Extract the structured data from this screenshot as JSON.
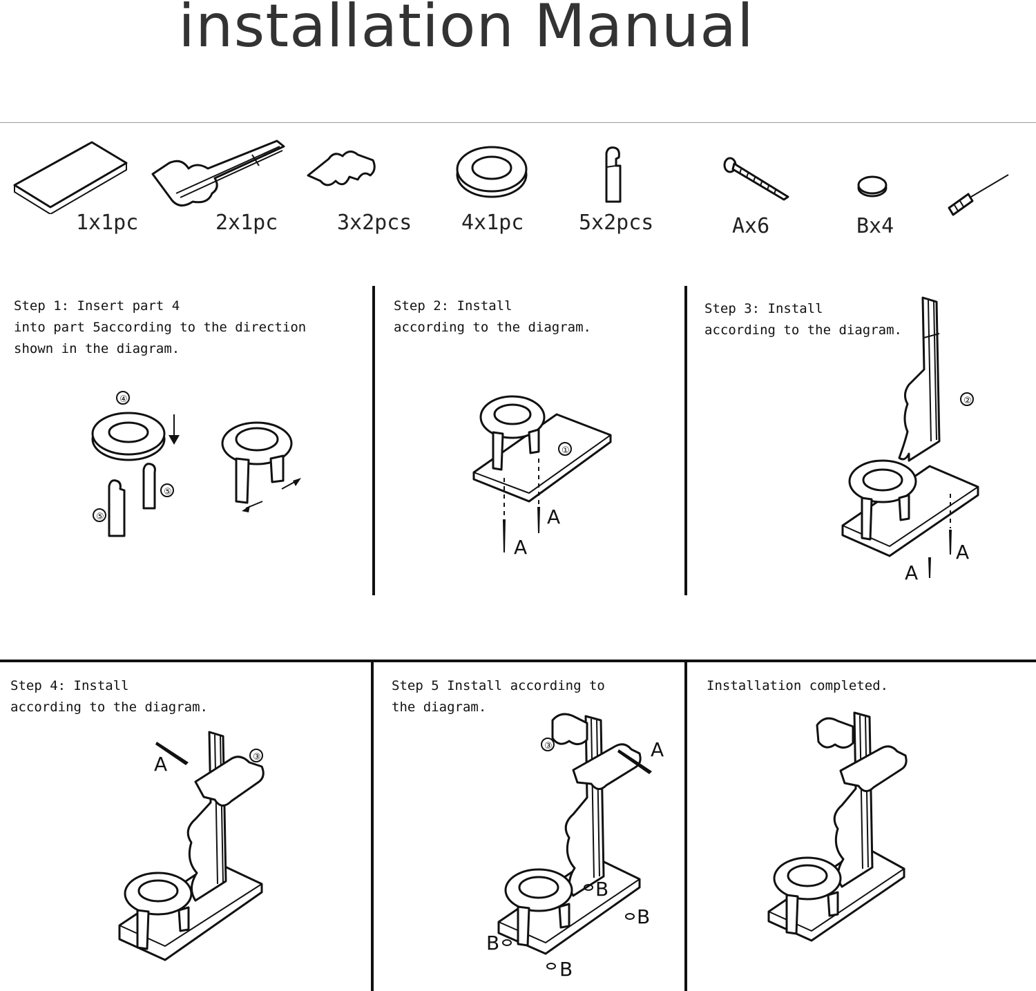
{
  "title": "installation Manual",
  "parts": [
    {
      "label": "1x1pc",
      "icon": "base-plate-icon"
    },
    {
      "label": "2x1pc",
      "icon": "violin-panel-icon"
    },
    {
      "label": "3x2pcs",
      "icon": "violin-bracket-icon"
    },
    {
      "label": "4x1pc",
      "icon": "ring-holder-icon"
    },
    {
      "label": "5x2pcs",
      "icon": "support-leg-icon"
    },
    {
      "label": "Ax6",
      "icon": "screw-icon"
    },
    {
      "label": "Bx4",
      "icon": "foot-pad-icon"
    },
    {
      "label": "",
      "icon": "screwdriver-icon"
    }
  ],
  "steps": [
    {
      "text": "Step 1: Insert part  4\ninto part 5according to the direction\nshown in the diagram."
    },
    {
      "text": "Step 2: Install\naccording to the diagram."
    },
    {
      "text": "Step 3: Install\naccording to the diagram."
    },
    {
      "text": "Step 4: Install\naccording to the diagram."
    },
    {
      "text": "Step  5 Install according to\nthe diagram."
    },
    {
      "text": "Installation completed."
    }
  ],
  "callouts": {
    "c1": "①",
    "c2": "②",
    "c3": "③",
    "c4": "④",
    "c5": "⑤",
    "a": "A",
    "b": "B"
  }
}
